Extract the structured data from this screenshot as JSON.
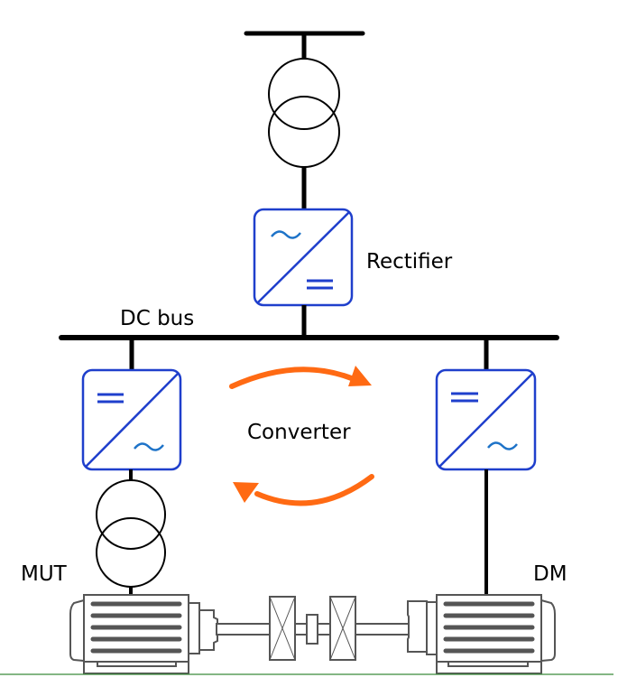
{
  "labels": {
    "rectifier": "Rectifier",
    "dc_bus": "DC bus",
    "converter": "Converter",
    "mut": "MUT",
    "dm": "DM"
  },
  "symbols": {
    "ac": "~",
    "dc": "="
  },
  "colors": {
    "line": "#000000",
    "converter_box": "#1f3fcc",
    "ac_symbol": "#1e73c8",
    "arrow": "#ff6a13",
    "motor": "#555555",
    "ground": "#3a8a3a"
  }
}
